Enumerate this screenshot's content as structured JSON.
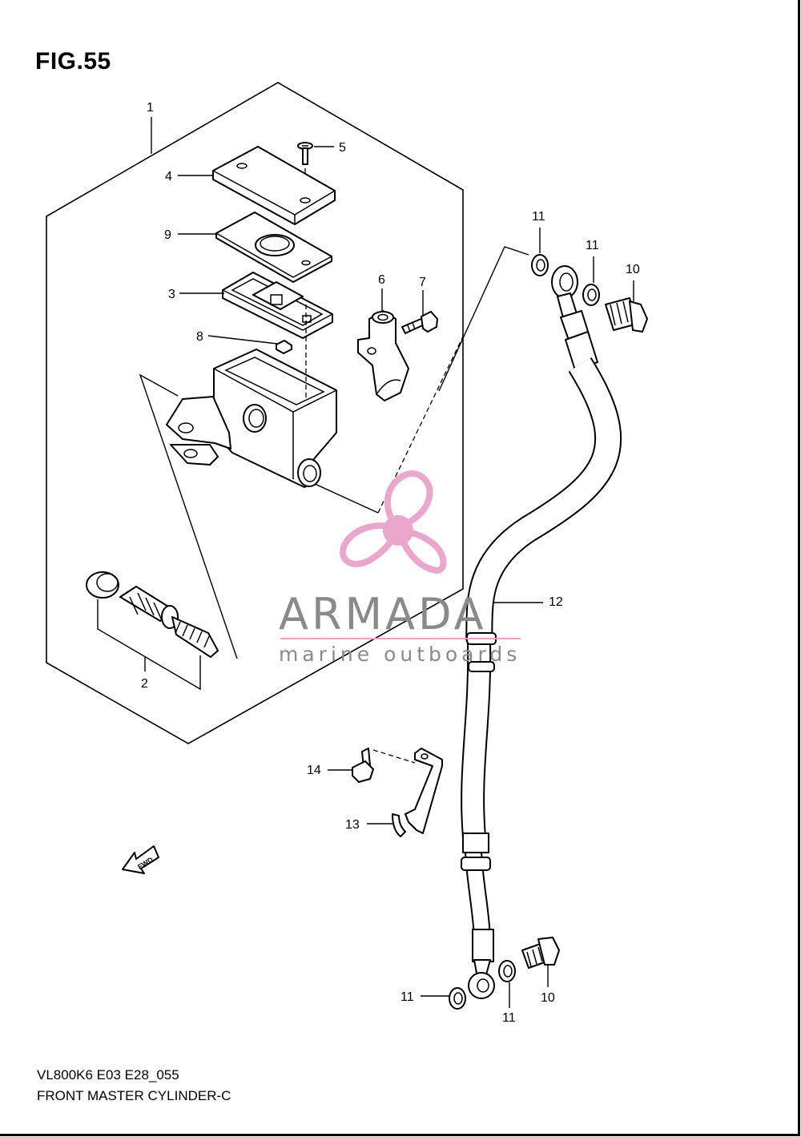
{
  "figure": {
    "title": "FIG.55",
    "footer_code": "VL800K6 E03 E28_055",
    "footer_name": "FRONT MASTER CYLINDER-C"
  },
  "watermark": {
    "name": "ARMADA",
    "tagline": "marine outboards",
    "logo_color": "#e9a3c9",
    "text_color": "#8a8a8a"
  },
  "direction_marker": {
    "label": "FWD"
  },
  "callouts": [
    {
      "id": "c1",
      "number": "1"
    },
    {
      "id": "c2",
      "number": "2"
    },
    {
      "id": "c3",
      "number": "3"
    },
    {
      "id": "c4",
      "number": "4"
    },
    {
      "id": "c5",
      "number": "5"
    },
    {
      "id": "c6",
      "number": "6"
    },
    {
      "id": "c7",
      "number": "7"
    },
    {
      "id": "c8",
      "number": "8"
    },
    {
      "id": "c9",
      "number": "9"
    },
    {
      "id": "c10a",
      "number": "10"
    },
    {
      "id": "c10b",
      "number": "10"
    },
    {
      "id": "c11a",
      "number": "11"
    },
    {
      "id": "c11b",
      "number": "11"
    },
    {
      "id": "c11c",
      "number": "11"
    },
    {
      "id": "c11d",
      "number": "11"
    },
    {
      "id": "c12",
      "number": "12"
    },
    {
      "id": "c13",
      "number": "13"
    },
    {
      "id": "c14",
      "number": "14"
    }
  ]
}
